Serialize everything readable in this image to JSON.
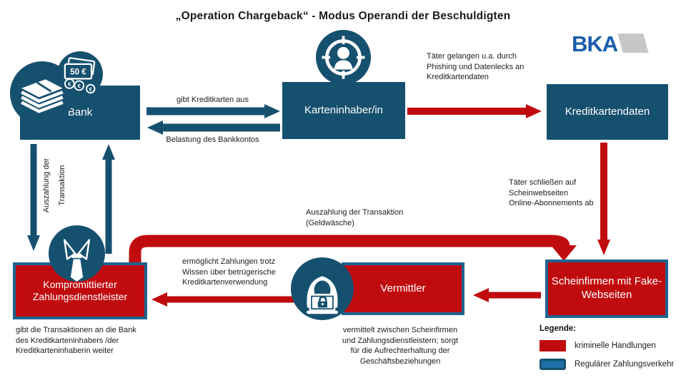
{
  "title": "„Operation Chargeback“ - Modus Operandi der Beschuldigten",
  "logo": {
    "text": "BKA"
  },
  "colors": {
    "criminal_red": "#c00b0e",
    "regular_blue": "#16506f",
    "red_box_border_blue": "#1d6390",
    "legend_blue_fill": "#1e6fa8",
    "bka_blue": "#1b5dab",
    "bka_gray": "#c7c7c7"
  },
  "nodes": {
    "bank": {
      "label": "Bank"
    },
    "karteninhaber": {
      "label": "Karteninhaber/in"
    },
    "kreditkartendaten": {
      "label": "Kreditkartendaten"
    },
    "scheinfirmen": {
      "label": "Scheinfirmen mit Fake-Webseiten"
    },
    "vermittler": {
      "label": "Vermittler"
    },
    "zahlungsdienstleister": {
      "label": "Kompromittierter Zahlungsdienstleister"
    }
  },
  "icons": {
    "cash": "cash-stack-icon",
    "euro": "banknote-50-euro-icon",
    "target": "target-person-icon",
    "tie": "business-tie-icon",
    "hacker": "hacker-laptop-icon"
  },
  "edges": {
    "bank_to_holder": "gibt Kreditkarten aus",
    "holder_to_bank": "Belastung des Bankkontos",
    "holder_to_data": "Täter gelangen u.a. durch\nPhishing und Datenlecks an\nKreditkartendaten",
    "data_to_fake": "Täter schließen auf\nScheinwebseiten\nOnline-Abonnements ab",
    "psp_to_fake": "Auszahlung der Transaktion\n(Geldwäsche)",
    "vermittler_to_psp": "ermöglicht Zahlungen trotz\nWissen über betrügerische\nKreditkartenverwendung",
    "bank_psp_vertical": "Auszahlung der\nTransaktion"
  },
  "notes": {
    "psp": "gibt die Transaktionen an die Bank\ndes Kreditkarteninhabers /der\nKreditkarteninhaberin weiter",
    "vermittler": "vermittelt zwischen Scheinfirmen\nund Zahlungsdienstleistern; sorgt\nfür die Aufrechterhaltung der\nGeschäftsbeziehungen"
  },
  "legend": {
    "title": "Legende:",
    "items": [
      {
        "label": "kriminelle Handlungen",
        "color": "#c00b0e"
      },
      {
        "label": "Regulärer Zahlungsverkehr",
        "color": "#1e6fa8"
      }
    ]
  }
}
